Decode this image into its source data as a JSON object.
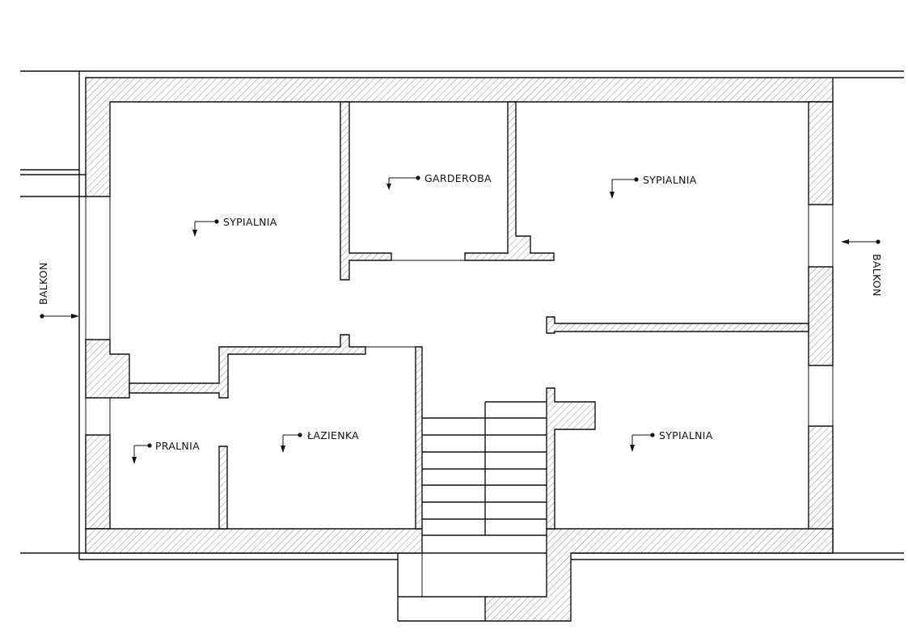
{
  "rooms": {
    "bedroom_left": "SYPIALNIA",
    "wardrobe": "GARDEROBA",
    "bedroom_top_right": "SYPIALNIA",
    "bedroom_bottom_right": "SYPIALNIA",
    "laundry": "PRALNIA",
    "bathroom": "ŁAZIENKA"
  },
  "balconies": {
    "left": "BALKON",
    "right": "BALKON"
  },
  "colors": {
    "line": "#111111",
    "hatch": "#777777",
    "background": "#ffffff"
  }
}
